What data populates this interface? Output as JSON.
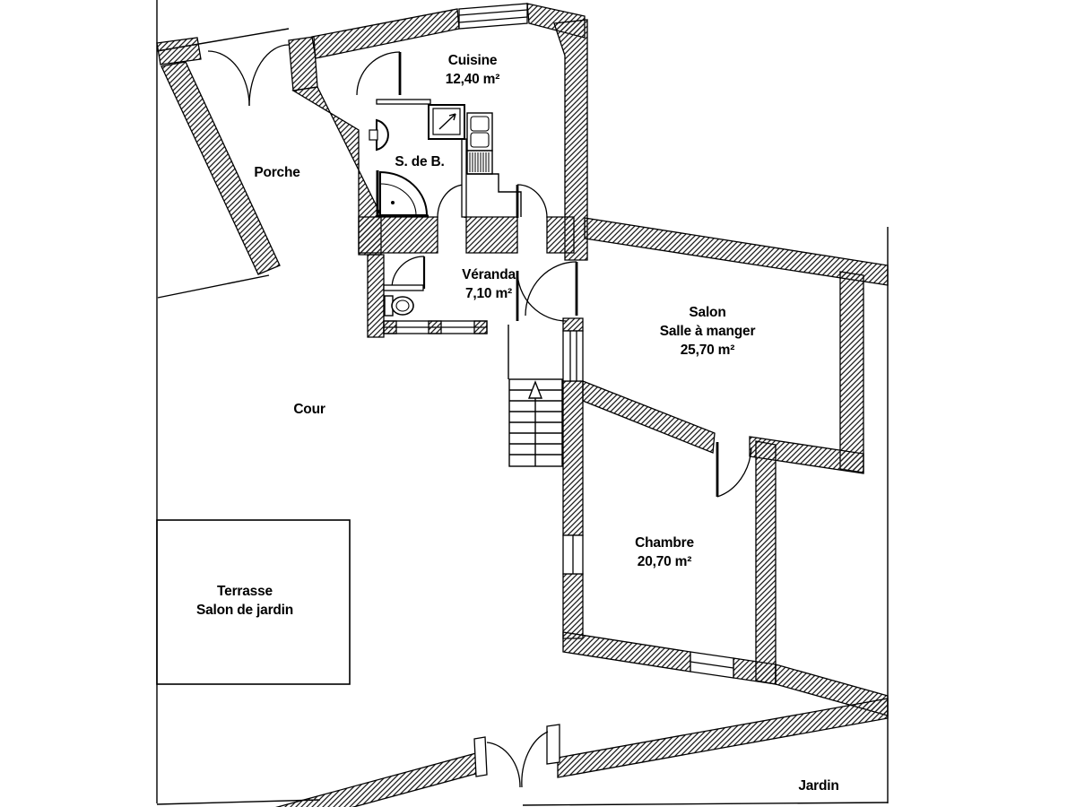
{
  "plan": {
    "background_color": "#ffffff",
    "line_color": "#000000",
    "rooms": {
      "porche": {
        "label": "Porche"
      },
      "cuisine": {
        "label": "Cuisine",
        "area": "12,40 m²"
      },
      "salle_de_bain": {
        "label": "S. de B."
      },
      "veranda": {
        "label": "Véranda",
        "area": "7,10 m²"
      },
      "cour": {
        "label": "Cour"
      },
      "salon": {
        "label": "Salon",
        "sublabel": "Salle à manger",
        "area": "25,70 m²"
      },
      "chambre": {
        "label": "Chambre",
        "area": "20,70 m²"
      },
      "terrasse": {
        "label": "Terrasse",
        "sublabel": "Salon de jardin"
      },
      "jardin": {
        "label": "Jardin"
      }
    }
  }
}
